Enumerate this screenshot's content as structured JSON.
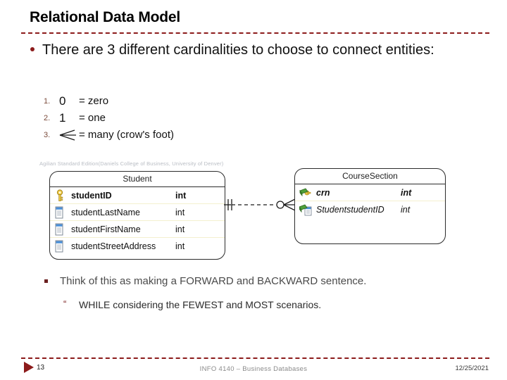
{
  "slide": {
    "title": "Relational Data Model",
    "main_bullet": "There are 3 different cardinalities to choose to connect entities:",
    "cardinality_list": [
      {
        "num": "1.",
        "symbol": "0",
        "desc": "= zero",
        "icon": ""
      },
      {
        "num": "2.",
        "symbol": "1",
        "desc": "= one",
        "icon": ""
      },
      {
        "num": "3.",
        "symbol": "",
        "desc": "= many (crow's foot)",
        "icon": "crows-foot-icon"
      }
    ],
    "lower_bullets": [
      {
        "marker": "square-bullet",
        "text": "Think of this as making a FORWARD and BACKWARD sentence."
      },
      {
        "marker": "quote-bullet",
        "text": "WHILE considering the FEWEST and MOST scenarios."
      }
    ]
  },
  "diagram": {
    "watermark": "Agilian Standard Edition(Daniels College of Business, University of Denver)",
    "entities": [
      {
        "name": "Student",
        "attributes": [
          {
            "icon": "key-icon",
            "name": "studentID",
            "type": "int",
            "role": "pk"
          },
          {
            "icon": "column-icon",
            "name": "studentLastName",
            "type": "int",
            "role": "plain"
          },
          {
            "icon": "column-icon",
            "name": "studentFirstName",
            "type": "int",
            "role": "plain"
          },
          {
            "icon": "column-icon",
            "name": "studentStreetAddress",
            "type": "int",
            "role": "plain"
          }
        ]
      },
      {
        "name": "CourseSection",
        "attributes": [
          {
            "icon": "foreign-key-icon",
            "name": "crn",
            "type": "int",
            "role": "fkpk"
          },
          {
            "icon": "foreign-column-icon",
            "name": "StudentstudentID",
            "type": "int",
            "role": "fk"
          }
        ]
      }
    ],
    "relationship": {
      "left_cardinality": "one-mandatory",
      "right_cardinality": "zero-or-many",
      "line_style": "dashed"
    }
  },
  "footer": {
    "slide_number": "13",
    "center_text": "INFO 4140 – Business Databases",
    "date": "12/25/2021"
  },
  "colors": {
    "accent_red": "#8c1b1b",
    "title_black": "#000000",
    "watermark_gray": "#b9bdc4",
    "separator_yellow": "#f4f0cf"
  }
}
